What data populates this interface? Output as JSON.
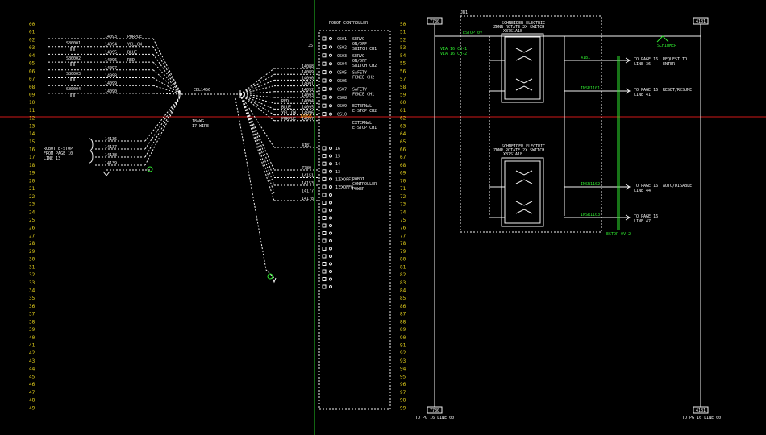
{
  "line_numbers_left": [
    "00",
    "01",
    "02",
    "03",
    "04",
    "05",
    "06",
    "07",
    "08",
    "09",
    "10",
    "11",
    "12",
    "13",
    "14",
    "15",
    "16",
    "17",
    "18",
    "19",
    "20",
    "21",
    "22",
    "23",
    "24",
    "25",
    "26",
    "27",
    "28",
    "29",
    "30",
    "31",
    "32",
    "33",
    "34",
    "35",
    "36",
    "37",
    "38",
    "39",
    "40",
    "41",
    "42",
    "43",
    "44",
    "45",
    "46",
    "47",
    "48",
    "49"
  ],
  "line_numbers_right": [
    "50",
    "51",
    "52",
    "53",
    "54",
    "55",
    "56",
    "57",
    "58",
    "59",
    "60",
    "61",
    "62",
    "63",
    "64",
    "65",
    "66",
    "67",
    "68",
    "69",
    "70",
    "71",
    "72",
    "73",
    "74",
    "75",
    "76",
    "77",
    "78",
    "79",
    "80",
    "81",
    "82",
    "83",
    "84",
    "85",
    "86",
    "87",
    "88",
    "89",
    "90",
    "91",
    "92",
    "93",
    "94",
    "95",
    "96",
    "97",
    "98",
    "99"
  ],
  "left_wires": [
    {
      "id": "14093",
      "label": "PURPLE"
    },
    {
      "id": "14094",
      "label": "YELLOW"
    },
    {
      "id": "14095",
      "label": "BLUE"
    },
    {
      "id": "14096",
      "label": "RED"
    },
    {
      "id": "14097",
      "label": ""
    },
    {
      "id": "14098",
      "label": ""
    },
    {
      "id": "14099",
      "label": ""
    },
    {
      "id": "14090",
      "label": ""
    }
  ],
  "left_devices": [
    "SB0001",
    "SB0002",
    "SB0003",
    "SB0004"
  ],
  "estop_wires": [
    "14136",
    "14137",
    "14138",
    "14139"
  ],
  "estop_text": [
    "ROBOT E-STOP",
    "FROM PAGE 10",
    "LINE 13"
  ],
  "connector_label": "CBL1456",
  "cable_spec": [
    "18AWG",
    "17 WIRE"
  ],
  "right_wires": [
    {
      "id": "14088",
      "label": ""
    },
    {
      "id": "14089",
      "label": ""
    },
    {
      "id": "14090",
      "label": ""
    },
    {
      "id": "14091",
      "label": ""
    },
    {
      "id": "14092",
      "label": ""
    },
    {
      "id": "14093",
      "label": ""
    },
    {
      "id": "14094",
      "label": "RED"
    },
    {
      "id": "14095",
      "label": "BLUE"
    },
    {
      "id": "14096",
      "label": "YELLOW"
    },
    {
      "id": "14097",
      "label": "PURPLE"
    }
  ],
  "right_wire_lower": [
    "4181",
    "7780",
    "14151",
    "14153",
    "14177",
    "14178"
  ],
  "robot_controller": {
    "title": "ROBOT CONTROLLER",
    "j5": "J5",
    "pins_top": [
      "CS01",
      "CS02",
      "CS03",
      "CS04",
      "CS05",
      "CS06",
      "CS07",
      "CS08",
      "CS09",
      "CS10"
    ],
    "groups": [
      {
        "lines": [
          "SERVO",
          "ON/OFF",
          "SWITCH CH1"
        ]
      },
      {
        "lines": [
          "SERVO",
          "ON/OFF",
          "SWITCH CH2"
        ]
      },
      {
        "lines": [
          "SAFETY",
          "FENCE CH2"
        ]
      },
      {
        "lines": [
          "SAFETY",
          "FENCE CH1"
        ]
      },
      {
        "lines": [
          "EXTERNAL",
          "E-STOP CH2"
        ]
      },
      {
        "lines": [
          "EXTERNAL",
          "E-STOP CH1"
        ]
      }
    ],
    "pins_mid": [
      "16",
      "15",
      "14",
      "13",
      "12",
      "11"
    ],
    "pins_mid_labels": [
      "",
      "",
      "",
      "",
      "EXOFF1",
      "EXOFF0"
    ],
    "power_text": [
      "ROBOT",
      "CONTROLLER",
      "POWER"
    ],
    "highlight_wire": "14096"
  },
  "rails": {
    "left_top": "7780",
    "left_tag": "TO PG 16 LINE 00",
    "right_top": "4181",
    "right_tag": "TO PG 16 LINE 00",
    "bottom_left": "7780",
    "bottom_right": "4181"
  },
  "jb": "JB1",
  "switch1": {
    "title": [
      "SCHNEIDER ELECTRIC",
      "ZDNR ROTATE 2X SWITCH",
      "XB7S1A1B"
    ]
  },
  "switch2": {
    "title": [
      "SCHNEIDER ELECTRIC",
      "ZDNR ROTATE 2X SWITCH",
      "XB7S1A1B"
    ]
  },
  "signals": [
    {
      "wire": "4181",
      "to": [
        "TO PAGE 16",
        "LINE 36"
      ],
      "desc": [
        "REQUEST TO",
        "ENTER"
      ]
    },
    {
      "wire": "INSR1101",
      "to": [
        "TO PAGE 16",
        "LINE 41"
      ],
      "desc": [
        "RESET/RESUME"
      ]
    },
    {
      "wire": "INSR1102",
      "to": [
        "TO PAGE 16",
        "LINE 44"
      ],
      "desc": [
        "AUTO/DISABLE"
      ]
    },
    {
      "wire": "INSR1103",
      "to": [
        "TO PAGE 16",
        "LINE 47"
      ],
      "desc": [
        ""
      ]
    }
  ],
  "green_tags": [
    "VIA 16 CH-1",
    "VIA 16 CH-2",
    "ESTOP 0V",
    "ESTOP 0V 2",
    "SCHIMMER"
  ]
}
